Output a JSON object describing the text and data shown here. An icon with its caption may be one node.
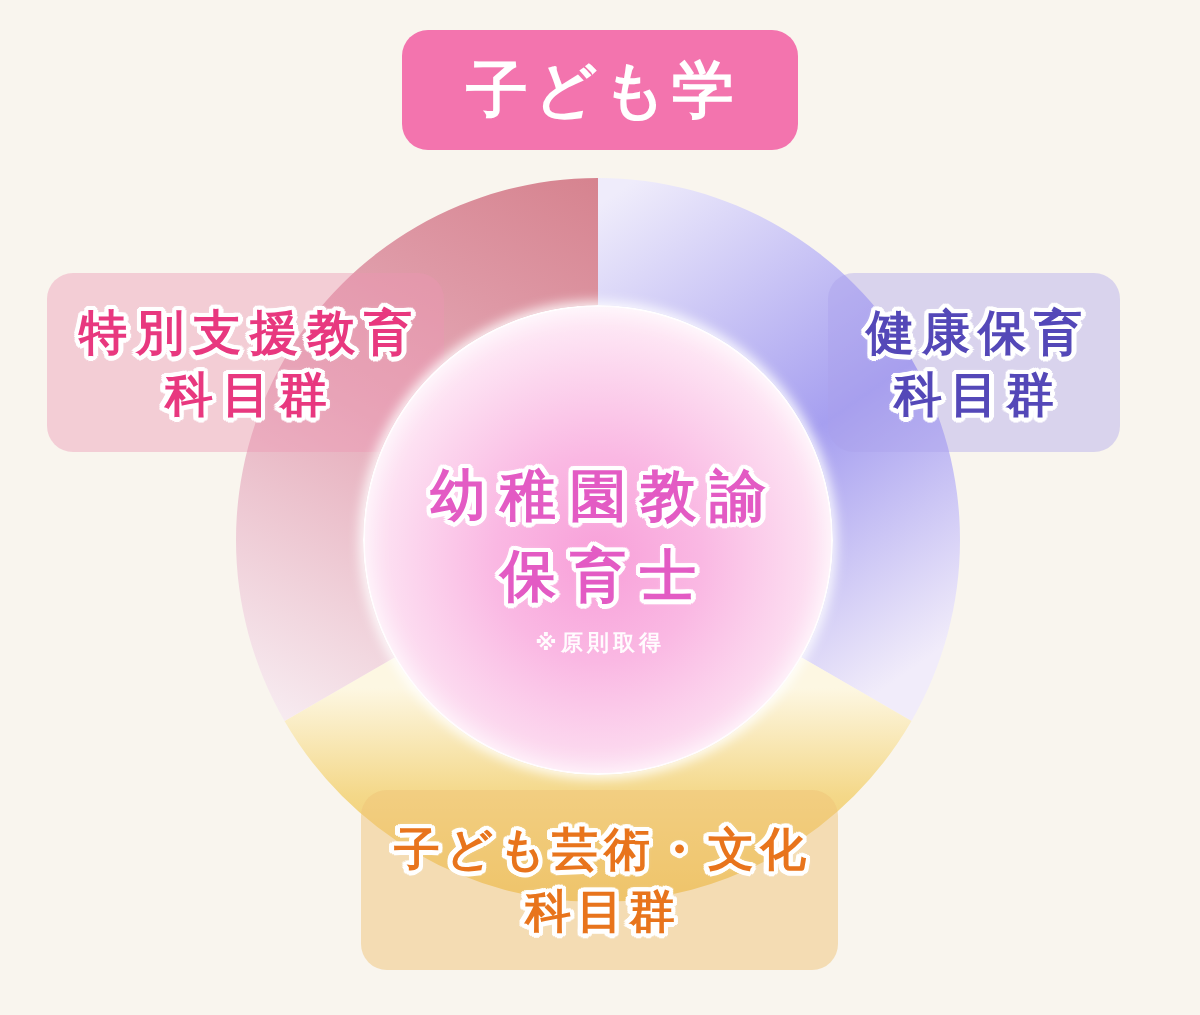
{
  "diagram": {
    "title": "子ども学",
    "nodes": [
      {
        "text": [
          "特別支援教育科目群"
        ]
      },
      {
        "text": [
          "健康保育科目群"
        ]
      },
      {
        "text": [
          "幼稚園教諭",
          "保育士",
          "※原則取得"
        ]
      },
      {
        "text": [
          "子ども芸術・文化科目群"
        ]
      }
    ]
  }
}
